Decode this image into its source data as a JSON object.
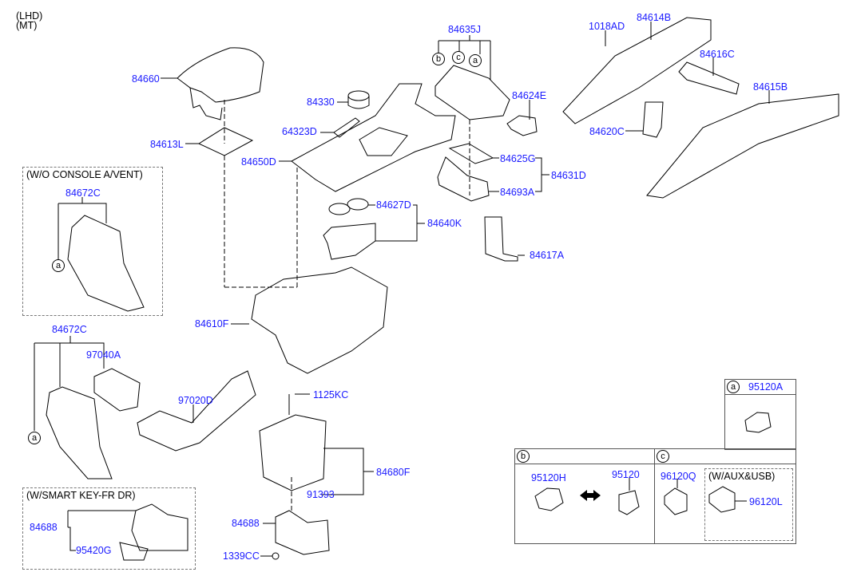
{
  "header": {
    "notes": [
      "(LHD)",
      "(MT)"
    ]
  },
  "groups": {
    "wo_console_vent": "(W/O CONSOLE A/VENT)",
    "w_smart_key": "(W/SMART KEY-FR DR)",
    "w_aux_usb": "(W/AUX&USB)"
  },
  "callouts": {
    "a": "a",
    "b": "b",
    "c": "c"
  },
  "parts": {
    "p84660": "84660",
    "p84613L": "84613L",
    "p84330": "84330",
    "p64323D": "64323D",
    "p84650D": "84650D",
    "p84635J": "84635J",
    "p84624E": "84624E",
    "p84625G": "84625G",
    "p84693A": "84693A",
    "p84631D": "84631D",
    "p84627D": "84627D",
    "p84640K": "84640K",
    "p84617A": "84617A",
    "p1018AD": "1018AD",
    "p84614B": "84614B",
    "p84616C": "84616C",
    "p84615B": "84615B",
    "p84620C": "84620C",
    "p84672C_top": "84672C",
    "p84672C_bottom": "84672C",
    "p97040A": "97040A",
    "p97020D": "97020D",
    "p84610F": "84610F",
    "p1125KC": "1125KC",
    "p84680F": "84680F",
    "p91393": "91393",
    "p84688_main": "84688",
    "p1339CC": "1339CC",
    "p84688_smart": "84688",
    "p95420G": "95420G",
    "p95120A": "95120A",
    "p95120H": "95120H",
    "p95120": "95120",
    "p96120Q": "96120Q",
    "p96120L": "96120L"
  },
  "colors": {
    "label": "#1a1aff",
    "line": "#000000",
    "dash": "#777777"
  }
}
